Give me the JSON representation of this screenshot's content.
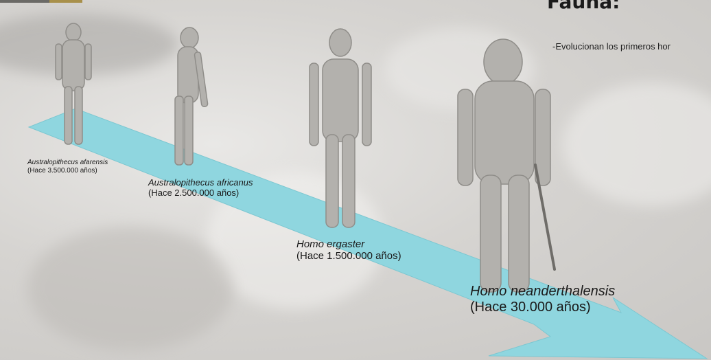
{
  "title": "Fauna:",
  "intro_text": "-Evolucionan los primeros hor",
  "colors": {
    "arrow": "#8fd6df",
    "arrow_dark": "#7cc7d1",
    "figure_skin": "#b3b1ad",
    "figure_shade": "#8f8d89"
  },
  "species": [
    {
      "name": "Australopithecus afarensis",
      "age": "(Hace 3.500.000 años)"
    },
    {
      "name": "Australopithecus africanus",
      "age": "(Hace 2.500.000 años)"
    },
    {
      "name": "Homo ergaster",
      "age": "(Hace 1.500.000 años)"
    },
    {
      "name": "Homo neanderthalensis",
      "age": "(Hace 30.000 años)"
    }
  ]
}
